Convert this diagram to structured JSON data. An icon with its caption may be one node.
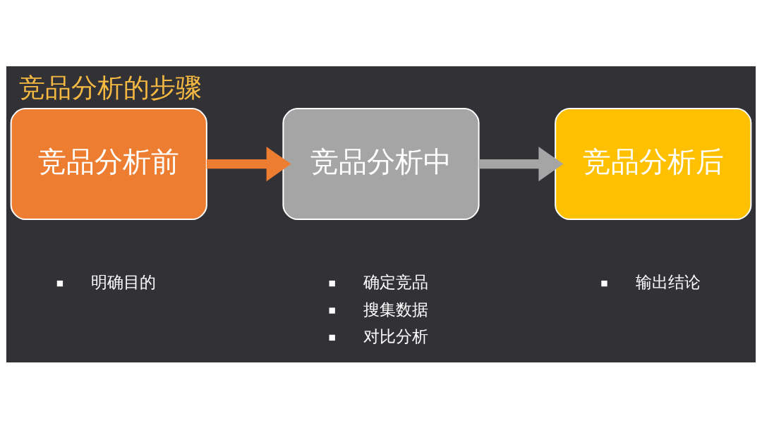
{
  "diagram": {
    "title": "竞品分析的步骤",
    "nodes": [
      {
        "text": [
          "竞品分析前"
        ],
        "beside": [
          "明确目的"
        ]
      },
      {
        "text": [
          "竞品分析中"
        ],
        "beside": [
          "确定竞品",
          "搜集数据",
          "对比分析"
        ]
      },
      {
        "text": [
          "竞品分析后"
        ],
        "beside": [
          "输出结论"
        ]
      }
    ],
    "edges": [
      {
        "from": 0,
        "to": 1,
        "arrow": "to",
        "color": "#ed7d31"
      },
      {
        "from": 1,
        "to": 2,
        "arrow": "to",
        "color": "#a5a5a5"
      }
    ]
  }
}
